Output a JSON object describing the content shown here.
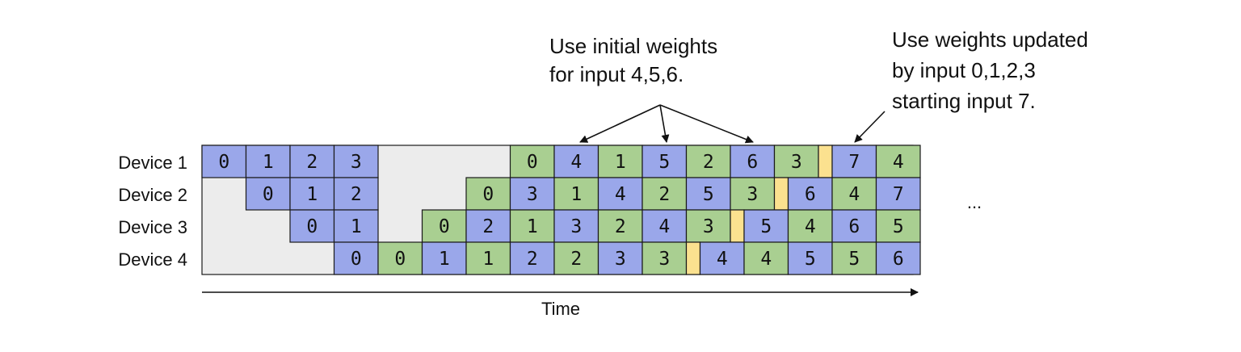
{
  "colors": {
    "forward": "#9aa7ea",
    "backward": "#a9cf91",
    "update": "#fbe18f",
    "idle": "#ececec",
    "stroke": "#1a1a1a"
  },
  "devices": [
    "Device 1",
    "Device 2",
    "Device 3",
    "Device 4"
  ],
  "time_label": "Time",
  "ellipsis": "...",
  "annotations": {
    "initial": [
      "Use initial weights",
      "for input 4,5,6."
    ],
    "updated": [
      "Use weights updated",
      "by input 0,1,2,3",
      "starting input 7."
    ]
  },
  "schedule": [
    [
      {
        "t": "F",
        "v": "0"
      },
      {
        "t": "F",
        "v": "1"
      },
      {
        "t": "F",
        "v": "2"
      },
      {
        "t": "F",
        "v": "3"
      },
      {
        "t": "I",
        "v": ""
      },
      {
        "t": "I",
        "v": ""
      },
      {
        "t": "I",
        "v": ""
      },
      {
        "t": "B",
        "v": "0"
      },
      {
        "t": "F",
        "v": "4"
      },
      {
        "t": "B",
        "v": "1"
      },
      {
        "t": "F",
        "v": "5"
      },
      {
        "t": "B",
        "v": "2"
      },
      {
        "t": "F",
        "v": "6"
      },
      {
        "t": "B",
        "v": "3"
      },
      {
        "t": "U",
        "v": ""
      },
      {
        "t": "F",
        "v": "7"
      },
      {
        "t": "B",
        "v": "4"
      }
    ],
    [
      {
        "t": "I",
        "v": ""
      },
      {
        "t": "F",
        "v": "0"
      },
      {
        "t": "F",
        "v": "1"
      },
      {
        "t": "F",
        "v": "2"
      },
      {
        "t": "I",
        "v": ""
      },
      {
        "t": "I",
        "v": ""
      },
      {
        "t": "B",
        "v": "0"
      },
      {
        "t": "F",
        "v": "3"
      },
      {
        "t": "B",
        "v": "1"
      },
      {
        "t": "F",
        "v": "4"
      },
      {
        "t": "B",
        "v": "2"
      },
      {
        "t": "F",
        "v": "5"
      },
      {
        "t": "B",
        "v": "3"
      },
      {
        "t": "U",
        "v": ""
      },
      {
        "t": "F",
        "v": "6"
      },
      {
        "t": "B",
        "v": "4"
      },
      {
        "t": "F",
        "v": "7"
      }
    ],
    [
      {
        "t": "I",
        "v": ""
      },
      {
        "t": "I",
        "v": ""
      },
      {
        "t": "F",
        "v": "0"
      },
      {
        "t": "F",
        "v": "1"
      },
      {
        "t": "I",
        "v": ""
      },
      {
        "t": "B",
        "v": "0"
      },
      {
        "t": "F",
        "v": "2"
      },
      {
        "t": "B",
        "v": "1"
      },
      {
        "t": "F",
        "v": "3"
      },
      {
        "t": "B",
        "v": "2"
      },
      {
        "t": "F",
        "v": "4"
      },
      {
        "t": "B",
        "v": "3"
      },
      {
        "t": "U",
        "v": ""
      },
      {
        "t": "F",
        "v": "5"
      },
      {
        "t": "B",
        "v": "4"
      },
      {
        "t": "F",
        "v": "6"
      },
      {
        "t": "B",
        "v": "5"
      }
    ],
    [
      {
        "t": "I",
        "v": ""
      },
      {
        "t": "I",
        "v": ""
      },
      {
        "t": "I",
        "v": ""
      },
      {
        "t": "F",
        "v": "0"
      },
      {
        "t": "B",
        "v": "0"
      },
      {
        "t": "F",
        "v": "1"
      },
      {
        "t": "B",
        "v": "1"
      },
      {
        "t": "F",
        "v": "2"
      },
      {
        "t": "B",
        "v": "2"
      },
      {
        "t": "F",
        "v": "3"
      },
      {
        "t": "B",
        "v": "3"
      },
      {
        "t": "U",
        "v": ""
      },
      {
        "t": "F",
        "v": "4"
      },
      {
        "t": "B",
        "v": "4"
      },
      {
        "t": "F",
        "v": "5"
      },
      {
        "t": "B",
        "v": "5"
      },
      {
        "t": "F",
        "v": "6"
      }
    ]
  ]
}
